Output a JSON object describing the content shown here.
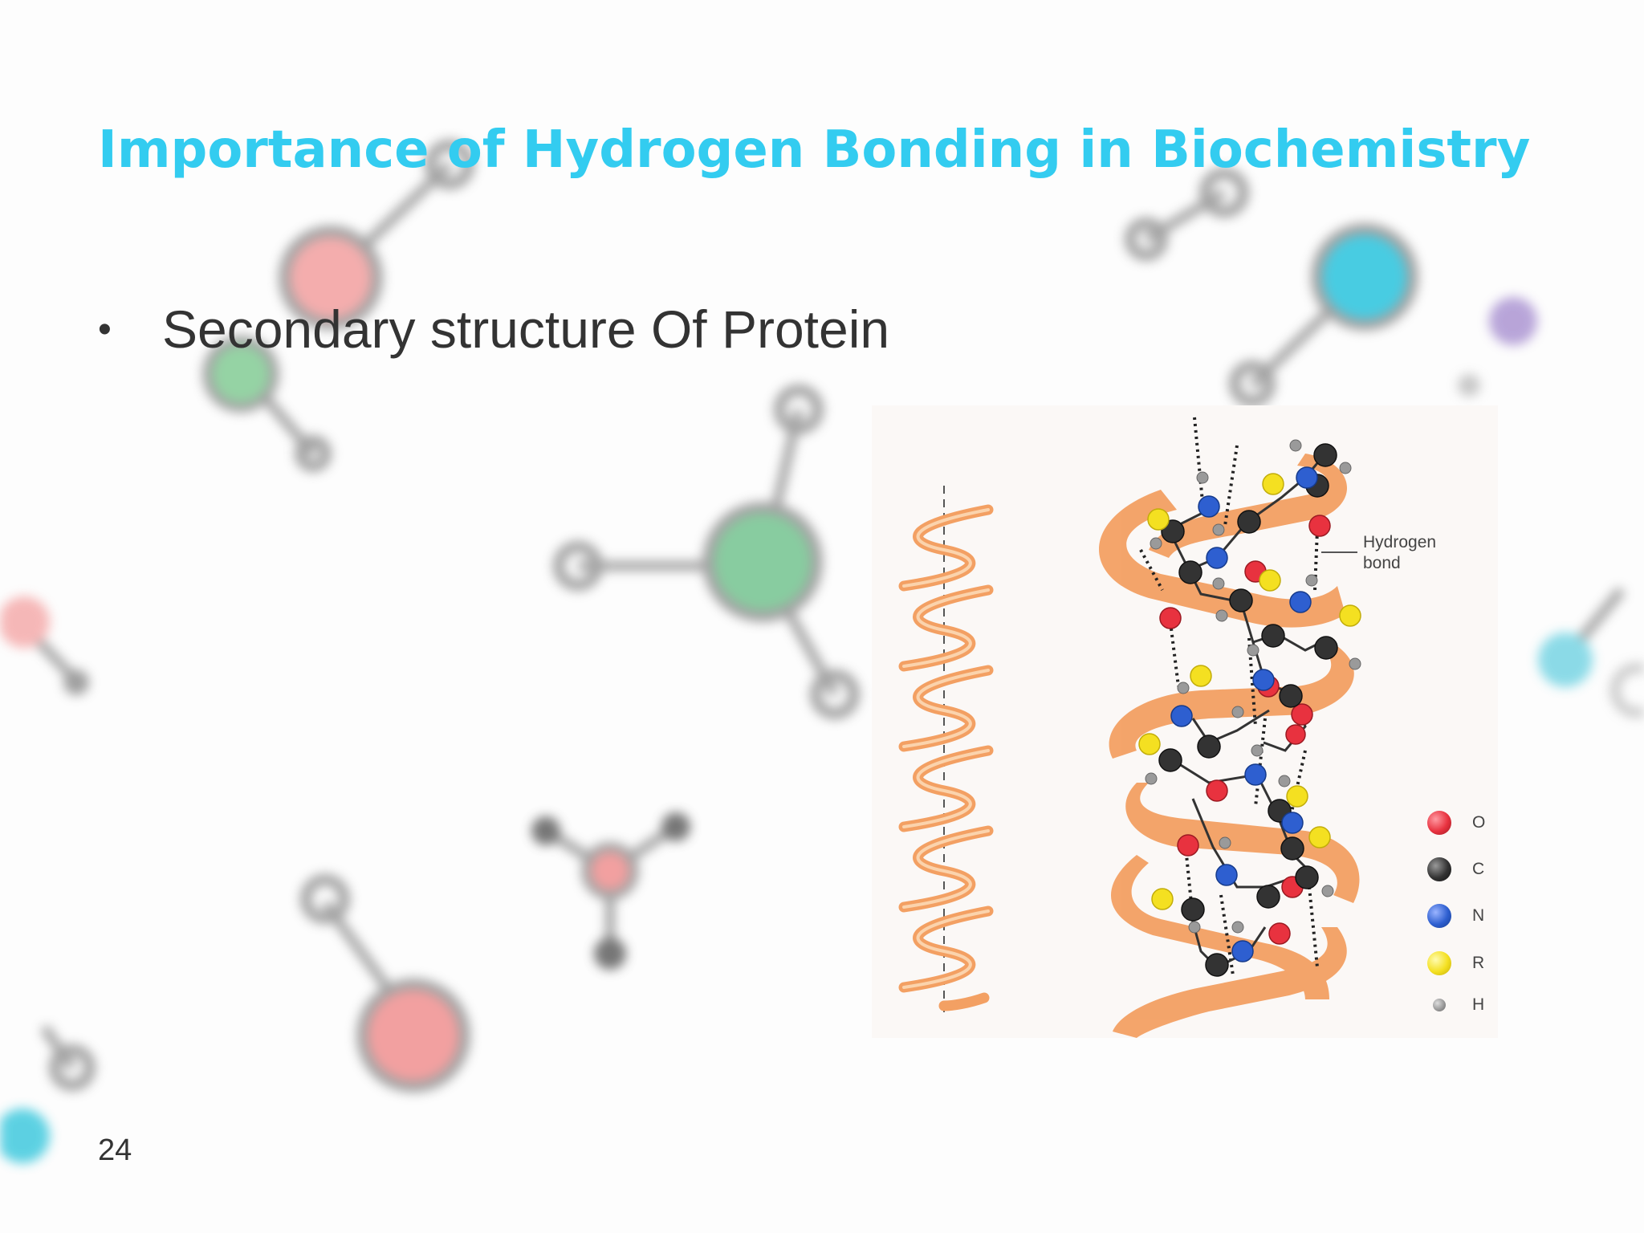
{
  "slide": {
    "title": "Importance of Hydrogen Bonding in Biochemistry",
    "bullet": "Secondary structure Of Protein",
    "page_number": "24"
  },
  "figure": {
    "hydrogen_bond_label_line1": "Hydrogen",
    "hydrogen_bond_label_line2": "bond",
    "legend": [
      {
        "label": "O",
        "color": "#e8323f"
      },
      {
        "label": "C",
        "color": "#333333"
      },
      {
        "label": "N",
        "color": "#2e5fd0"
      },
      {
        "label": "R",
        "color": "#f4e021"
      },
      {
        "label": "H",
        "color": "#9a9a9a"
      }
    ],
    "ribbon_color": "#f3a063"
  },
  "colors": {
    "title": "#33ccf0",
    "body_text": "#333333",
    "bg_red": "#f08a8a",
    "bg_green": "#6cc08a",
    "bg_cyan": "#1cc0dc",
    "bg_purple": "#a78fd0",
    "bg_gray": "#8c8c8c"
  }
}
